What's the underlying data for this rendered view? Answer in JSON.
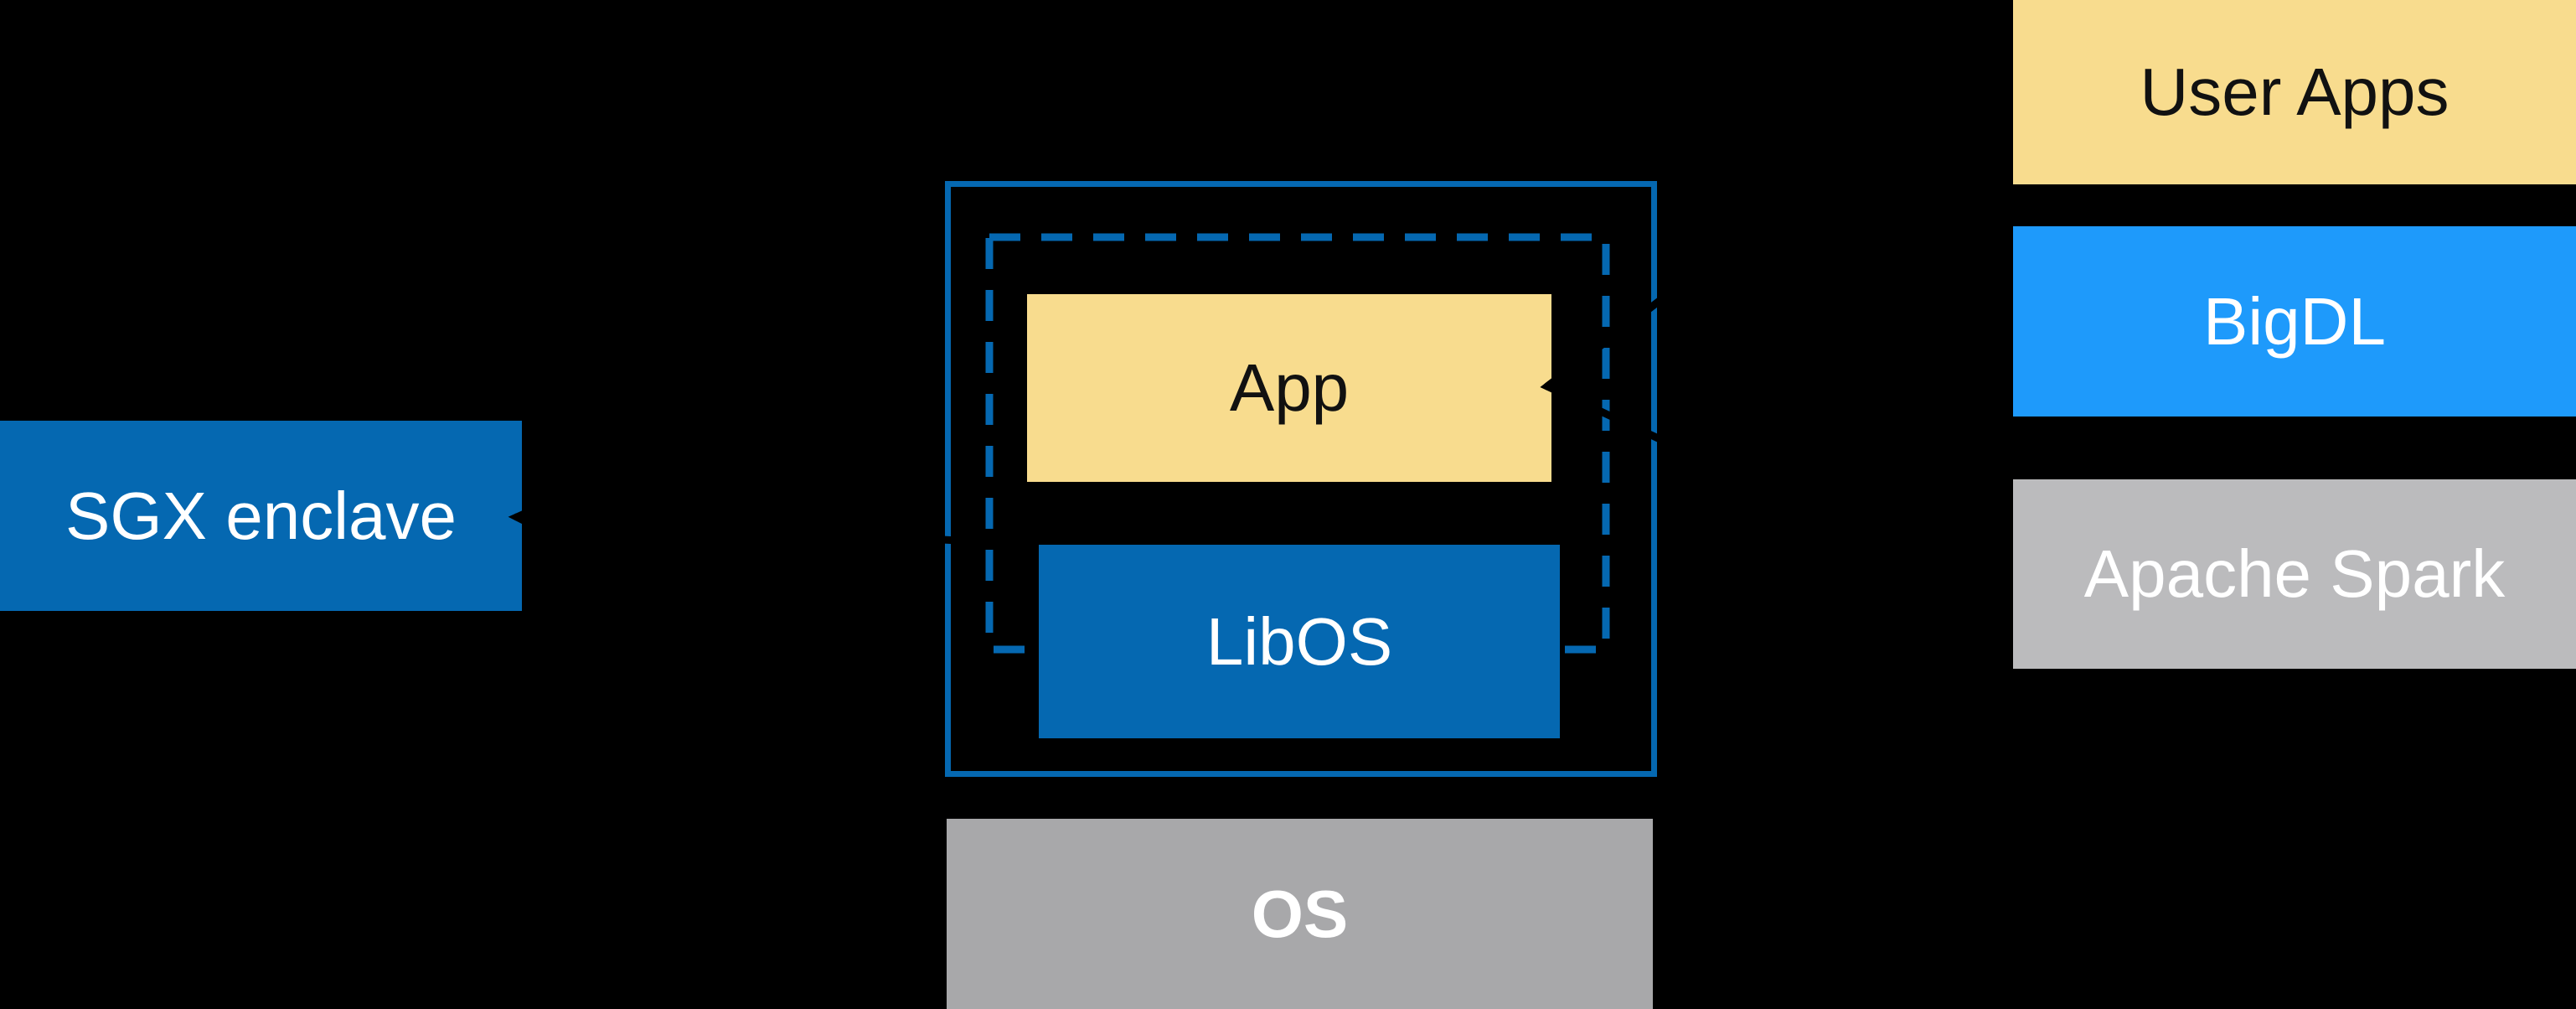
{
  "colors": {
    "background": "#000000",
    "intel_blue": "#0568B1",
    "bright_blue": "#1E9AFB",
    "pale_yellow": "#F8DC8E",
    "gray_os": "#A8A8AA",
    "gray_spark": "#BBBBBD",
    "connector_black": "#000000",
    "text_dark": "#111111",
    "text_white": "#FFFFFF"
  },
  "sgx": {
    "label": "SGX enclave"
  },
  "enclave": {
    "app_label": "App",
    "libos_label": "LibOS"
  },
  "os": {
    "label": "OS"
  },
  "stack": {
    "user_apps_label": "User Apps",
    "bigdl_label": "BigDL",
    "spark_label": "Apache Spark"
  }
}
